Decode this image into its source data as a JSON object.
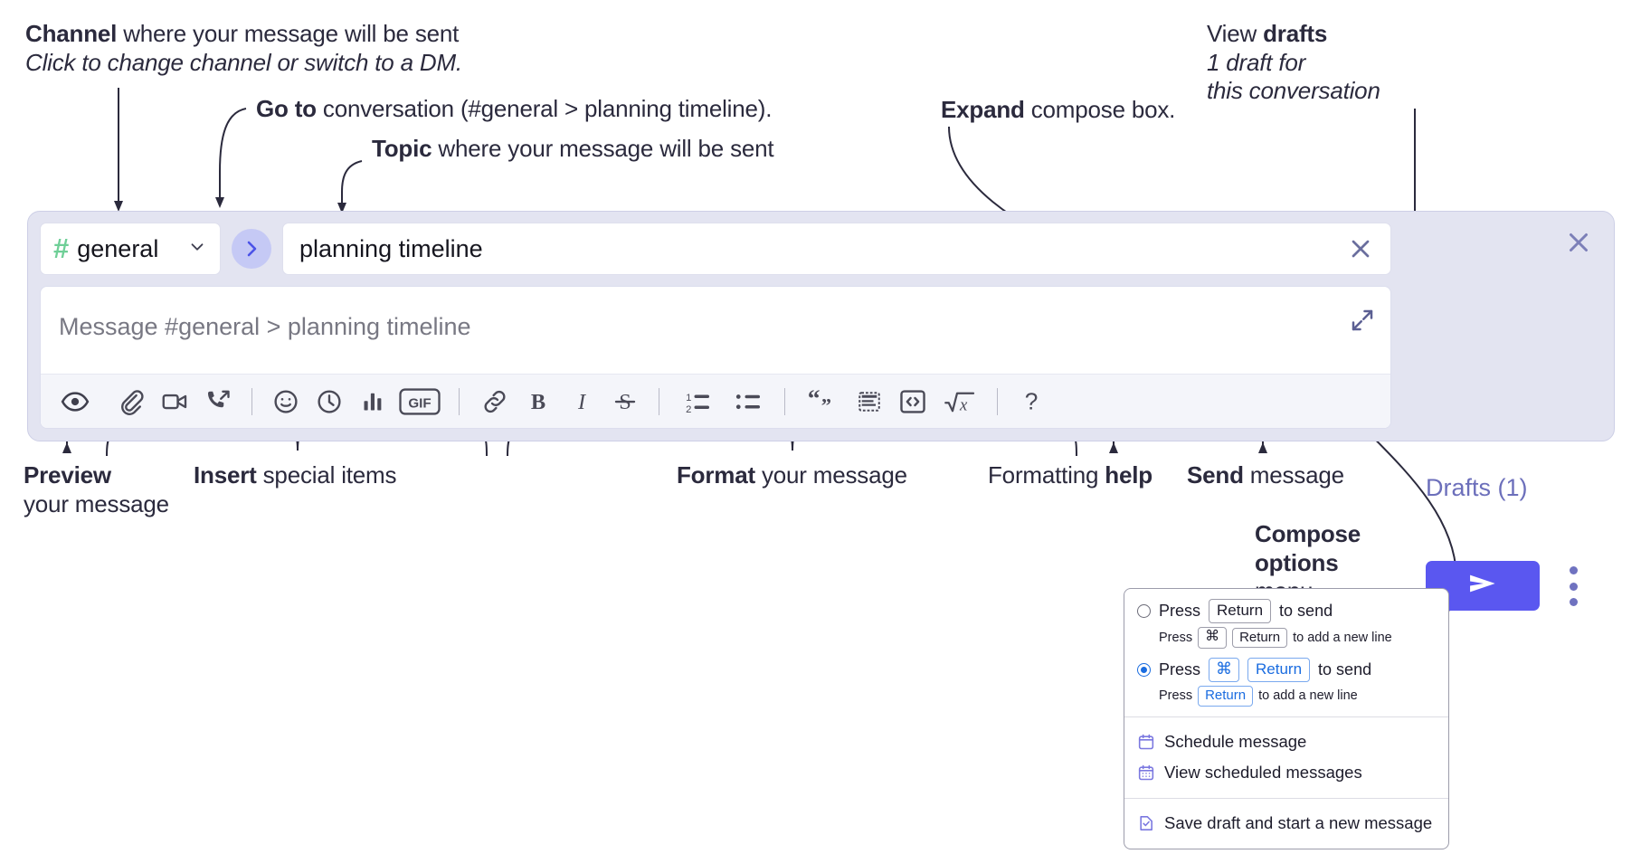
{
  "annotations": {
    "channel": {
      "bold": "Channel",
      "rest": " where your message will be sent",
      "italic": "Click to change channel or switch to a DM."
    },
    "goto": {
      "bold": "Go to",
      "rest": " conversation (#general > planning timeline)."
    },
    "topic": {
      "bold": "Topic",
      "rest": " where your message will be sent"
    },
    "expand": {
      "bold": "Expand",
      "rest": " compose box."
    },
    "drafts": {
      "rest": "View ",
      "bold": "drafts",
      "italic_1": "1 draft for",
      "italic_2": "this conversation"
    },
    "preview": {
      "bold": "Preview",
      "line2": "your message"
    },
    "insert": {
      "bold": "Insert",
      "rest": " special items"
    },
    "format": {
      "bold": "Format",
      "rest": " your message"
    },
    "formatting_help": {
      "rest": "Formatting ",
      "bold": "help"
    },
    "send": {
      "bold": "Send",
      "rest": " message"
    },
    "compose_options": {
      "bold_1": "Compose",
      "bold_2": "options",
      "rest": "menu"
    }
  },
  "compose": {
    "channel_name": "general",
    "channel_icon": "hash-icon",
    "channel_chevron": "chevron-down-icon",
    "go_to_conversation_icon": "chevron-right-icon",
    "topic_value": "planning timeline",
    "topic_clear_icon": "close-icon",
    "message_placeholder": "Message #general > planning timeline",
    "expand_icon": "expand-diagonal-icon",
    "close_icon": "close-icon",
    "drafts_label": "Drafts (1)",
    "send_icon": "send-paper-plane-icon",
    "kebab_icon": "more-vertical-icon",
    "accent_color": "#5a57f0",
    "panel_color": "#e3e4f1",
    "hash_color": "#6fcf97",
    "drafts_color": "#6c6fbb",
    "toolbar": [
      {
        "name": "preview-icon",
        "group": 0
      },
      {
        "name": "attach-paperclip-icon",
        "group": 1
      },
      {
        "name": "video-camera-icon",
        "group": 1
      },
      {
        "name": "phone-call-icon",
        "group": 1
      },
      {
        "name": "emoji-smiley-icon",
        "group": 2
      },
      {
        "name": "clock-reminder-icon",
        "group": 2
      },
      {
        "name": "poll-bars-icon",
        "group": 2
      },
      {
        "name": "gif-icon",
        "group": 2,
        "label": "GIF"
      },
      {
        "name": "link-icon",
        "group": 3
      },
      {
        "name": "bold-icon",
        "group": 3,
        "label": "B"
      },
      {
        "name": "italic-icon",
        "group": 3,
        "label": "I"
      },
      {
        "name": "strikethrough-icon",
        "group": 3,
        "label": "S"
      },
      {
        "name": "ordered-list-icon",
        "group": 4
      },
      {
        "name": "bulleted-list-icon",
        "group": 4
      },
      {
        "name": "blockquote-icon",
        "group": 5
      },
      {
        "name": "spoiler-icon",
        "group": 5
      },
      {
        "name": "code-icon",
        "group": 5
      },
      {
        "name": "math-latex-icon",
        "group": 5
      },
      {
        "name": "formatting-help-icon",
        "group": 6,
        "label": "?"
      }
    ]
  },
  "popup": {
    "options": [
      {
        "selected": false,
        "main": {
          "pre": "Press",
          "key": "Return",
          "post": "to send"
        },
        "sub": {
          "pre": "Press",
          "key1": "⌘",
          "key2": "Return",
          "post": "to add a new line"
        }
      },
      {
        "selected": true,
        "main": {
          "pre": "Press",
          "key1": "⌘",
          "key2": "Return",
          "post": "to send"
        },
        "sub": {
          "pre": "Press",
          "key": "Return",
          "post": "to add a new line"
        }
      }
    ],
    "menu_groups": [
      [
        {
          "icon": "calendar-schedule-icon",
          "label": "Schedule message"
        },
        {
          "icon": "calendar-grid-icon",
          "label": "View scheduled messages"
        }
      ],
      [
        {
          "icon": "save-draft-icon",
          "label": "Save draft and start a new message"
        }
      ]
    ]
  }
}
